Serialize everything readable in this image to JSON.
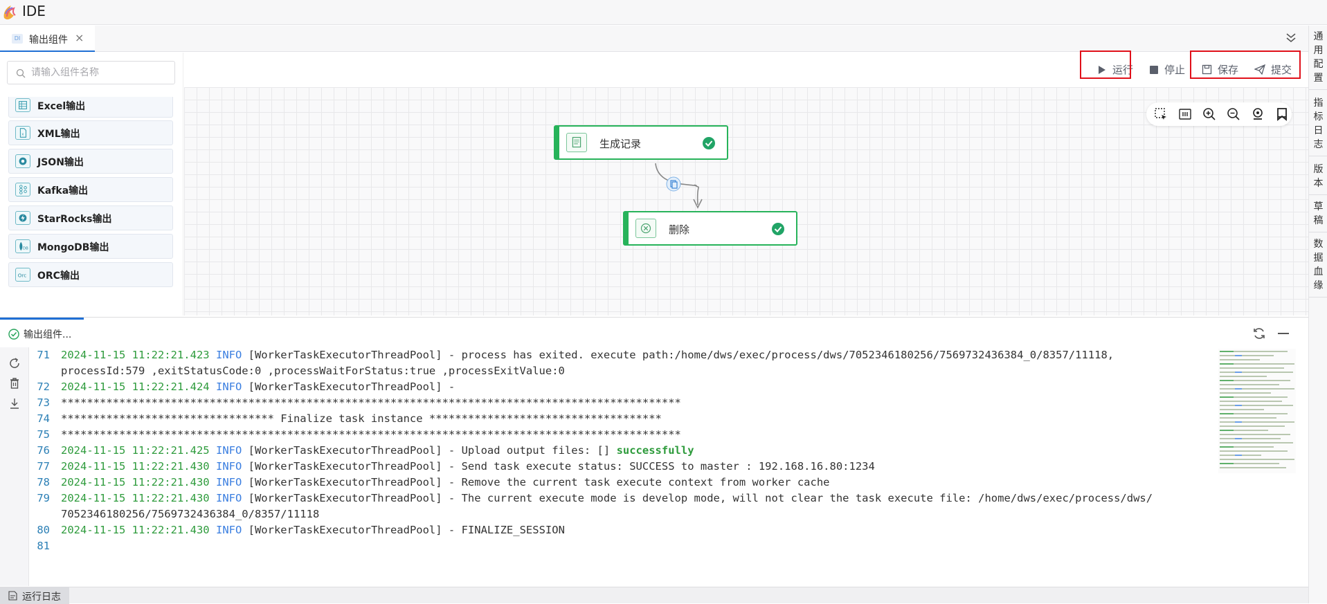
{
  "app": {
    "title": "IDE"
  },
  "tab": {
    "icon_text": "DI",
    "label": "输出组件"
  },
  "right_sidebar": {
    "items": [
      "通用配置",
      "指标日志",
      "版本",
      "草稿",
      "数据血缘"
    ]
  },
  "search": {
    "placeholder": "请输入组件名称"
  },
  "components": [
    {
      "label": "Excel输出",
      "icon": "table-icon"
    },
    {
      "label": "XML输出",
      "icon": "xml-file-icon"
    },
    {
      "label": "JSON输出",
      "icon": "json-icon"
    },
    {
      "label": "Kafka输出",
      "icon": "kafka-icon"
    },
    {
      "label": "StarRocks输出",
      "icon": "starrocks-icon"
    },
    {
      "label": "MongoDB输出",
      "icon": "mongodb-icon"
    },
    {
      "label": "ORC输出",
      "icon": "orc-icon"
    }
  ],
  "toolbar": {
    "run": "运行",
    "stop": "停止",
    "save": "保存",
    "submit": "提交"
  },
  "nodes": [
    {
      "label": "生成记录",
      "icon": "document-icon",
      "status": "success"
    },
    {
      "label": "删除",
      "icon": "delete-circle-icon",
      "status": "success"
    }
  ],
  "log_panel": {
    "title": "输出组件..."
  },
  "log_lines": [
    {
      "num": "71",
      "ts": "2024-11-15 11:22:21.423",
      "level": "INFO",
      "text": " [WorkerTaskExecutorThreadPool] - process has exited. execute path:/home/dws/exec/process/dws/7052346180256/7569732436384_0/8357/11118,"
    },
    {
      "num": "",
      "ts": "",
      "level": "",
      "text": "processId:579 ,exitStatusCode:0 ,processWaitForStatus:true ,processExitValue:0"
    },
    {
      "num": "72",
      "ts": "2024-11-15 11:22:21.424",
      "level": "INFO",
      "text": " [WorkerTaskExecutorThreadPool] -"
    },
    {
      "num": "73",
      "ts": "",
      "level": "",
      "text": "************************************************************************************************"
    },
    {
      "num": "74",
      "ts": "",
      "level": "",
      "text": "*********************************  Finalize task instance  ************************************"
    },
    {
      "num": "75",
      "ts": "",
      "level": "",
      "text": "************************************************************************************************"
    },
    {
      "num": "76",
      "ts": "2024-11-15 11:22:21.425",
      "level": "INFO",
      "text": " [WorkerTaskExecutorThreadPool] - Upload output files: [] ",
      "ok": "successfully"
    },
    {
      "num": "77",
      "ts": "2024-11-15 11:22:21.430",
      "level": "INFO",
      "text": " [WorkerTaskExecutorThreadPool] - Send task execute status: SUCCESS to master : 192.168.16.80:1234"
    },
    {
      "num": "78",
      "ts": "2024-11-15 11:22:21.430",
      "level": "INFO",
      "text": " [WorkerTaskExecutorThreadPool] - Remove the current task execute context from worker cache"
    },
    {
      "num": "79",
      "ts": "2024-11-15 11:22:21.430",
      "level": "INFO",
      "text": " [WorkerTaskExecutorThreadPool] - The current execute mode is develop mode, will not clear the task execute file: /home/dws/exec/process/dws/"
    },
    {
      "num": "",
      "ts": "",
      "level": "",
      "text": "7052346180256/7569732436384_0/8357/11118"
    },
    {
      "num": "80",
      "ts": "2024-11-15 11:22:21.430",
      "level": "INFO",
      "text": " [WorkerTaskExecutorThreadPool] - FINALIZE_SESSION"
    },
    {
      "num": "81",
      "ts": "",
      "level": "",
      "text": ""
    }
  ],
  "bottom_bar": {
    "tab_label": "运行日志"
  },
  "colors": {
    "accent": "#1f6fd4",
    "success": "#27b35a",
    "highlight": "#e0101a"
  }
}
